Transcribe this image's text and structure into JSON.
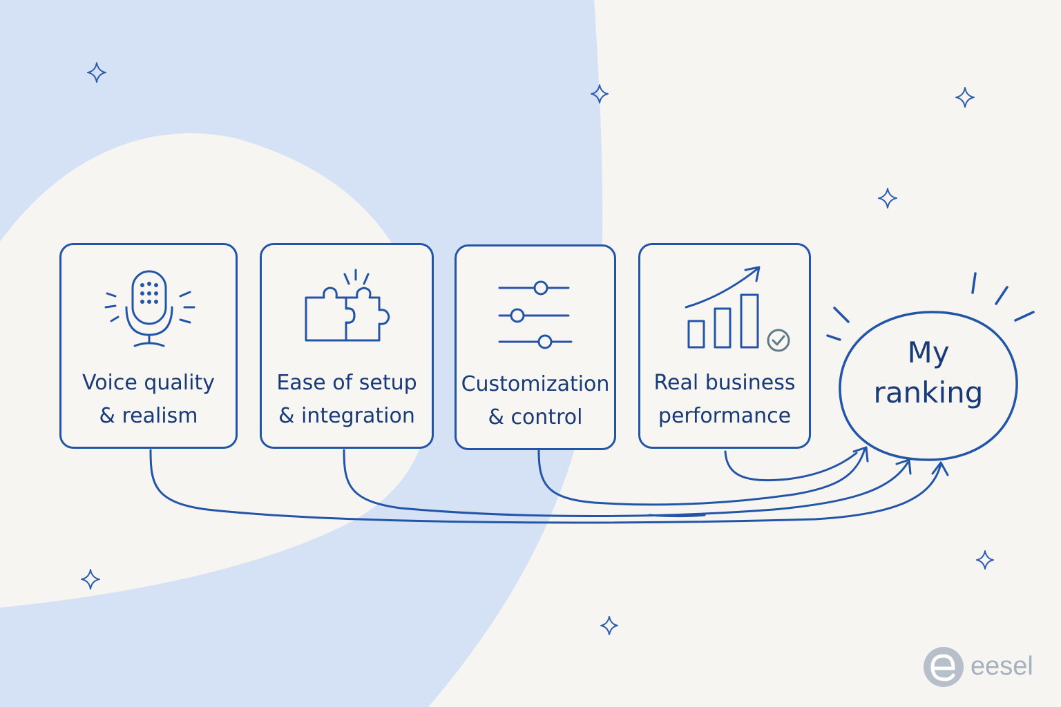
{
  "criteria": [
    {
      "label": "Voice quality\n& realism",
      "icon": "microphone-icon"
    },
    {
      "label": "Ease of setup\n& integration",
      "icon": "puzzle-icon"
    },
    {
      "label": "Customization\n& control",
      "icon": "sliders-icon"
    },
    {
      "label": "Real business\nperformance",
      "icon": "growth-chart-icon"
    }
  ],
  "result": {
    "label": "My\nranking"
  },
  "brand": {
    "name": "eesel",
    "icon": "eesel-logo-icon"
  },
  "colors": {
    "background": "#f6f5f2",
    "swoosh": "#d5e2f5",
    "ink": "#2255a8",
    "text": "#183b78",
    "logo": "#a7b0bc"
  }
}
